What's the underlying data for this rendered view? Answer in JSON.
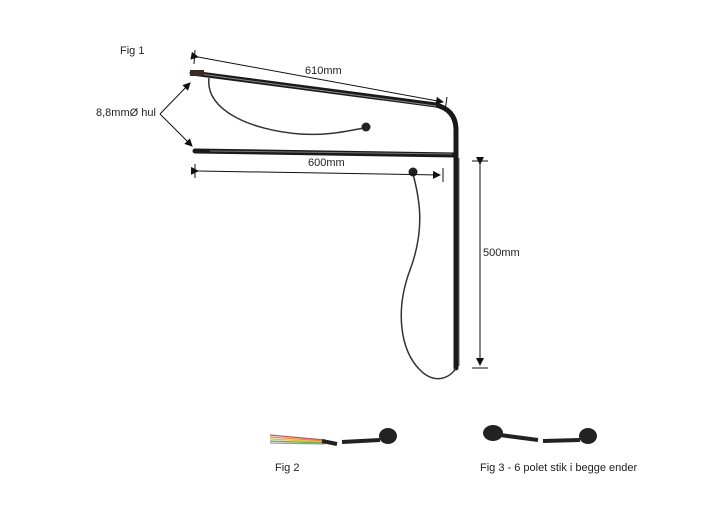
{
  "fig1": {
    "caption": "Fig 1",
    "dim_top": "610mm",
    "dim_bottom": "600mm",
    "dim_vertical": "500mm",
    "hole_label": "8,8mmØ hul"
  },
  "fig2": {
    "caption": "Fig 2"
  },
  "fig3": {
    "caption": "Fig 3 - 6 polet stik i begge ender"
  },
  "colors": {
    "bar": "#1a1a1a",
    "wire_colors": [
      "#e08a3c",
      "#d9c23a",
      "#6aa84f",
      "#cc5555",
      "#999999"
    ]
  }
}
